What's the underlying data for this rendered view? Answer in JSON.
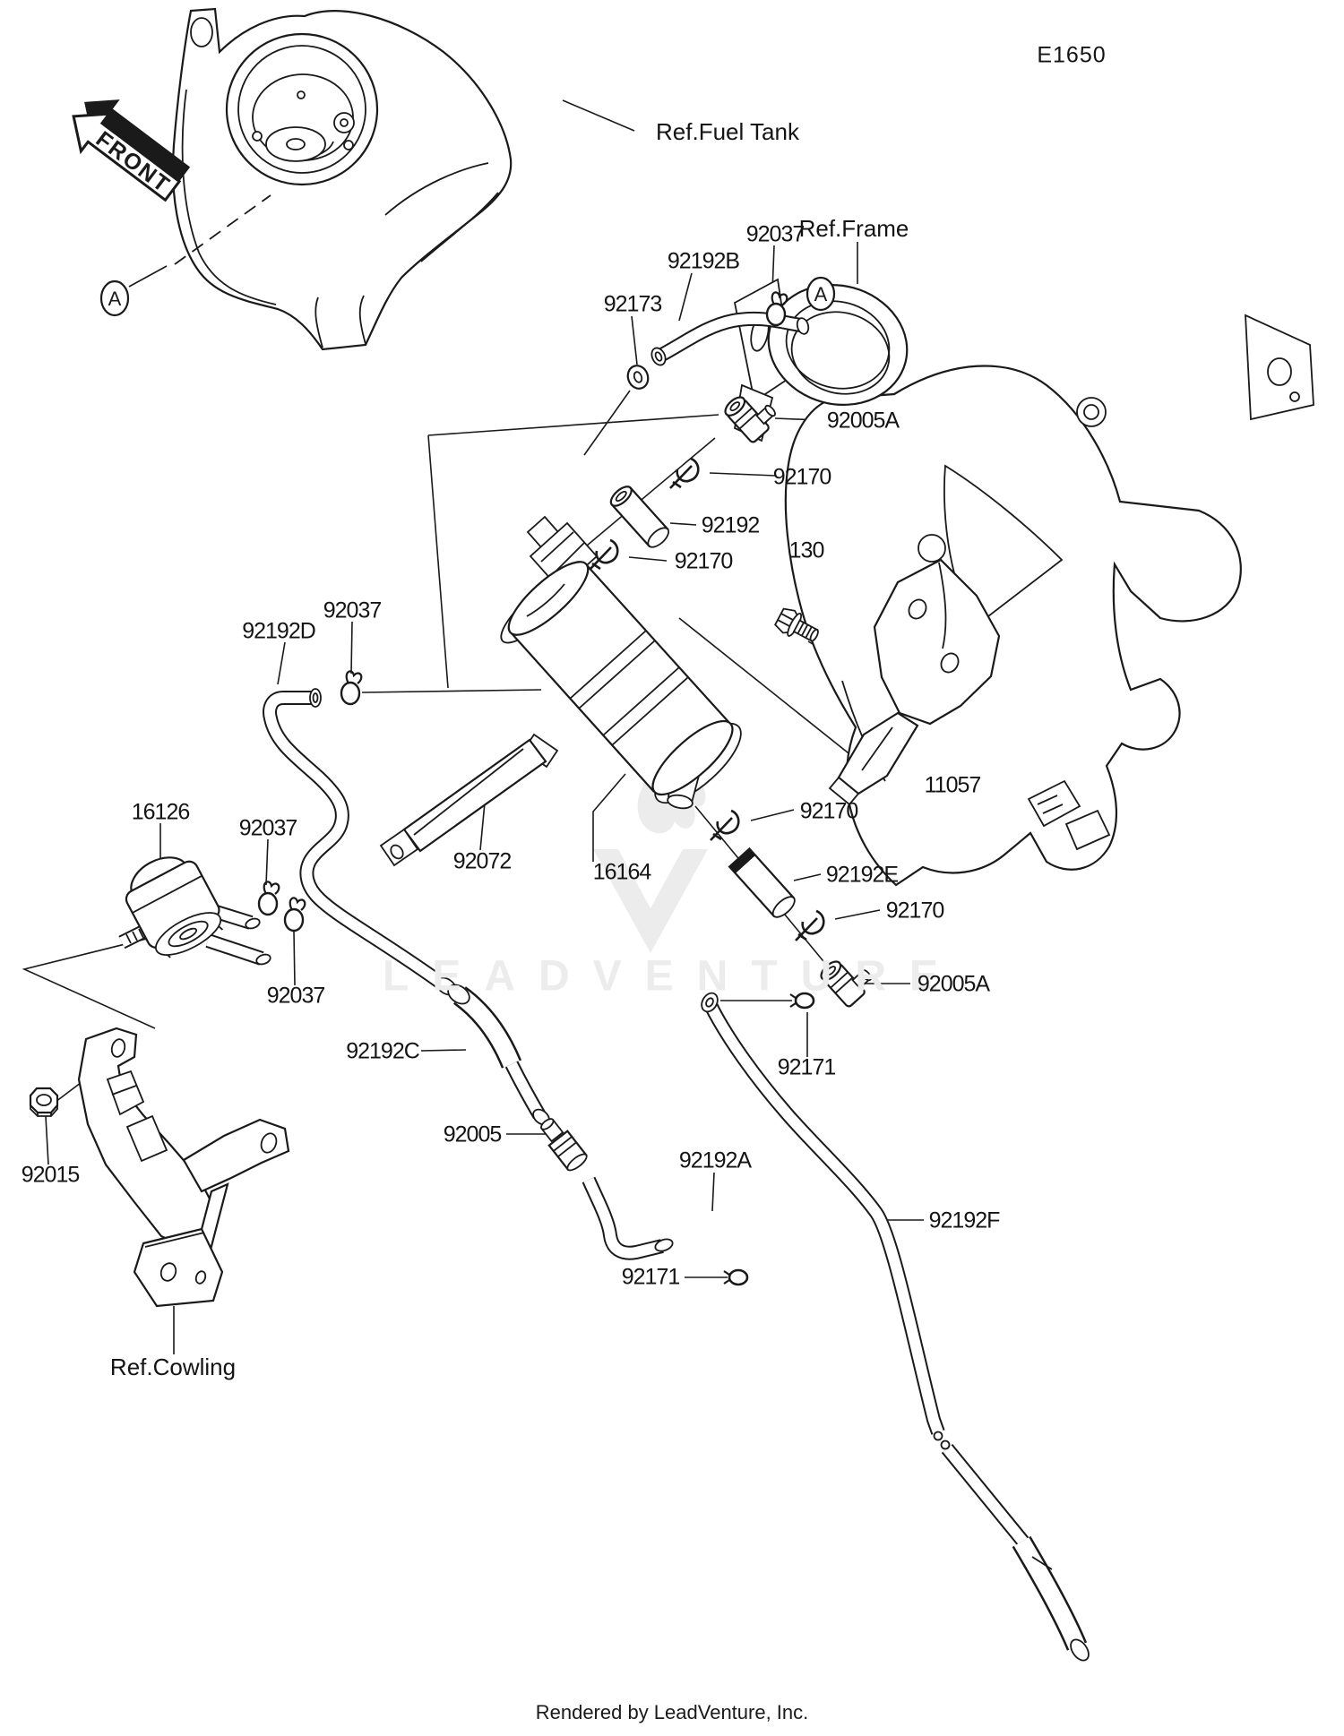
{
  "page": {
    "sheet_code": "E1650",
    "front_marker": "FRONT",
    "detail_marker": "A",
    "watermark_text": "LEADVENTURE",
    "footer_text": "Rendered by LeadVenture, Inc.",
    "line_color": "#1a1a1a",
    "watermark_color": "#ececec"
  },
  "labels": [
    {
      "id": "sheet-code",
      "text": "E1650"
    },
    {
      "id": "ref-fuel-tank",
      "text": "Ref.Fuel Tank"
    },
    {
      "id": "ref-frame",
      "text": "Ref.Frame"
    },
    {
      "id": "92037-a",
      "text": "92037"
    },
    {
      "id": "92192B",
      "text": "92192B"
    },
    {
      "id": "92173",
      "text": "92173"
    },
    {
      "id": "92005A-a",
      "text": "92005A"
    },
    {
      "id": "92170-a",
      "text": "92170"
    },
    {
      "id": "92192",
      "text": "92192"
    },
    {
      "id": "92170-b",
      "text": "92170"
    },
    {
      "id": "130",
      "text": "130"
    },
    {
      "id": "92192D",
      "text": "92192D"
    },
    {
      "id": "92037-b",
      "text": "92037"
    },
    {
      "id": "16126",
      "text": "16126"
    },
    {
      "id": "92037-c",
      "text": "92037"
    },
    {
      "id": "92037-d",
      "text": "92037"
    },
    {
      "id": "92015",
      "text": "92015"
    },
    {
      "id": "ref-cowling",
      "text": "Ref.Cowling"
    },
    {
      "id": "92072",
      "text": "92072"
    },
    {
      "id": "16164",
      "text": "16164"
    },
    {
      "id": "11057",
      "text": "11057"
    },
    {
      "id": "92170-c",
      "text": "92170"
    },
    {
      "id": "92192E",
      "text": "92192E"
    },
    {
      "id": "92170-d",
      "text": "92170"
    },
    {
      "id": "92192C",
      "text": "92192C"
    },
    {
      "id": "92005",
      "text": "92005"
    },
    {
      "id": "92192A",
      "text": "92192A"
    },
    {
      "id": "92005A-b",
      "text": "92005A"
    },
    {
      "id": "92171-a",
      "text": "92171"
    },
    {
      "id": "92171-b",
      "text": "92171"
    },
    {
      "id": "92192F",
      "text": "92192F"
    }
  ]
}
